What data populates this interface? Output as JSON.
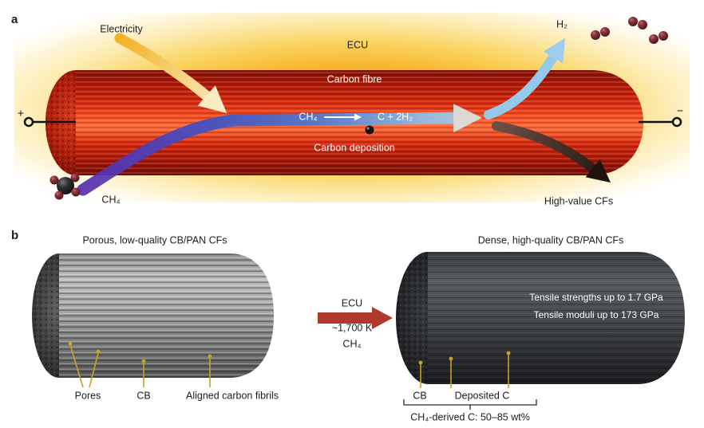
{
  "panel_a": {
    "label": "a",
    "electricity_label": "Electricity",
    "ecu_label": "ECU",
    "carbon_fibre_label": "Carbon fibre",
    "reaction_reactant": "CH₄",
    "reaction_product": "C + 2H₂",
    "carbon_deposition_label": "Carbon deposition",
    "h2_label": "H₂",
    "ch4_label": "CH₄",
    "high_value_cfs_label": "High-value CFs",
    "anode_sign": "+",
    "cathode_sign": "−"
  },
  "panel_b": {
    "label": "b",
    "left_title": "Porous, low-quality CB/PAN CFs",
    "right_title": "Dense, high-quality CB/PAN CFs",
    "pores_label": "Pores",
    "cb_left_label": "CB",
    "fibrils_label": "Aligned carbon fibrils",
    "process": {
      "ecu_label": "ECU",
      "temperature": "~1,700 K",
      "feed_gas": "CH₄"
    },
    "tensile_strength_text": "Tensile strengths up to 1.7 GPa",
    "tensile_modulus_text": "Tensile moduli up to 173 GPa",
    "cb_right_label": "CB",
    "deposited_c_label": "Deposited C",
    "ch4_derived_text": "CH₄-derived C: 50–85 wt%"
  },
  "colors": {
    "glow_orange": "#f6a21e",
    "fibre_red": "#d92b0f",
    "flow_purple": "#5a2fae",
    "flow_light_blue": "#9ccdec",
    "electricity_yellow": "#f2b226",
    "pointer_yellow": "#c9a227",
    "process_arrow_red": "#b0392b",
    "high_value_arrow_dark": "#20120d"
  }
}
